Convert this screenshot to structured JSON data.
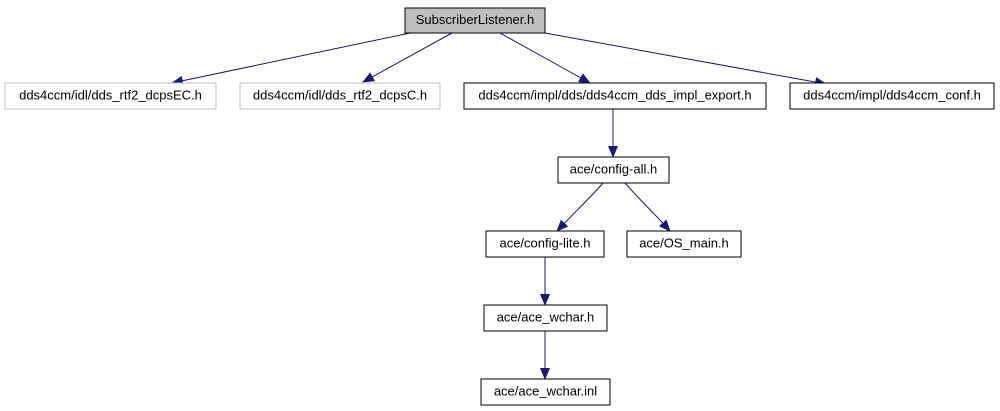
{
  "colors": {
    "edge": "#191970",
    "root_fill": "#bfbfbf",
    "node_fill": "#ffffff",
    "node_border": "#000000",
    "missing_border": "#bfbfbf",
    "text": "#000000"
  },
  "nodes": {
    "root": {
      "label": "SubscriberListener.h",
      "style": "root"
    },
    "dcps_ec": {
      "label": "dds4ccm/idl/dds_rtf2_dcpsEC.h",
      "style": "missing"
    },
    "dcps_c": {
      "label": "dds4ccm/idl/dds_rtf2_dcpsC.h",
      "style": "missing"
    },
    "impl_export": {
      "label": "dds4ccm/impl/dds/dds4ccm_dds_impl_export.h",
      "style": "normal"
    },
    "conf": {
      "label": "dds4ccm/impl/dds4ccm_conf.h",
      "style": "normal"
    },
    "config_all": {
      "label": "ace/config-all.h",
      "style": "normal"
    },
    "config_lite": {
      "label": "ace/config-lite.h",
      "style": "normal"
    },
    "os_main": {
      "label": "ace/OS_main.h",
      "style": "normal"
    },
    "ace_wchar_h": {
      "label": "ace/ace_wchar.h",
      "style": "normal"
    },
    "ace_wchar_inl": {
      "label": "ace/ace_wchar.inl",
      "style": "normal"
    }
  },
  "edges": [
    {
      "from": "root",
      "to": "dcps_ec"
    },
    {
      "from": "root",
      "to": "dcps_c"
    },
    {
      "from": "root",
      "to": "impl_export"
    },
    {
      "from": "root",
      "to": "conf"
    },
    {
      "from": "impl_export",
      "to": "config_all"
    },
    {
      "from": "config_all",
      "to": "config_lite"
    },
    {
      "from": "config_all",
      "to": "os_main"
    },
    {
      "from": "config_lite",
      "to": "ace_wchar_h"
    },
    {
      "from": "ace_wchar_h",
      "to": "ace_wchar_inl"
    }
  ]
}
